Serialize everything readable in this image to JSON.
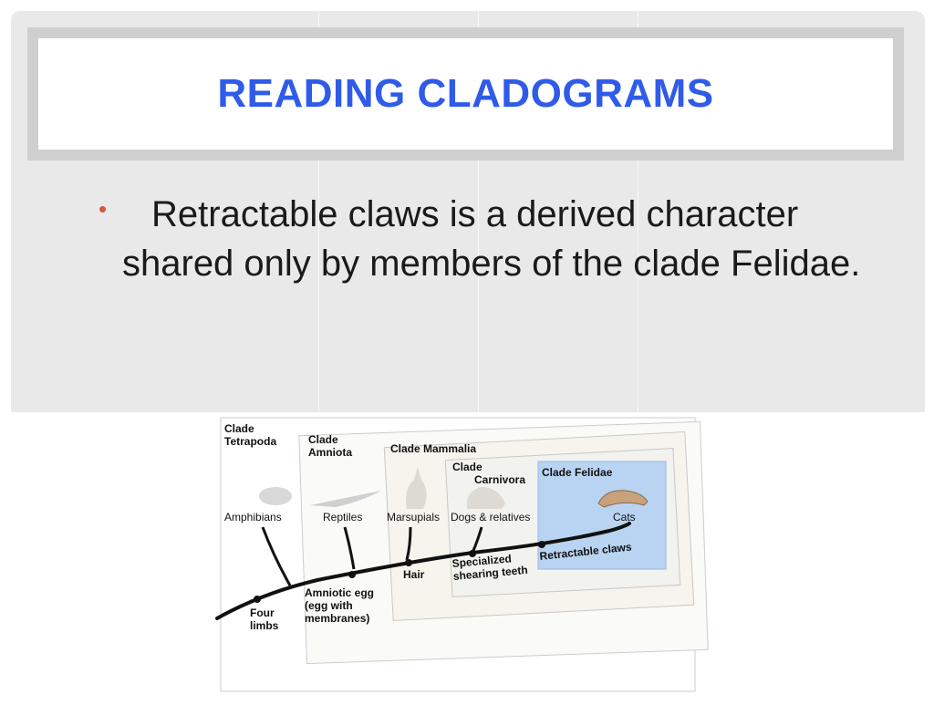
{
  "slide": {
    "title": "READING CLADOGRAMS",
    "bullet": "Retractable claws is a derived character shared only by members of the clade Felidae."
  },
  "diagram": {
    "clades": {
      "tetrapoda": "Clade Tetrapoda",
      "amniota": "Clade Amniota",
      "mammalia": "Clade Mammalia",
      "carnivora": "Clade Carnivora",
      "felidae": "Clade Felidae"
    },
    "taxa": {
      "amphibians": "Amphibians",
      "reptiles": "Reptiles",
      "marsupials": "Marsupials",
      "dogs": "Dogs & relatives",
      "cats": "Cats"
    },
    "characters": {
      "four_limbs": "Four limbs",
      "amniotic_egg": "Amniotic egg (egg with membranes)",
      "hair": "Hair",
      "teeth": "Specialized shearing teeth",
      "claws": "Retractable claws"
    }
  },
  "colors": {
    "title": "#2f5be8",
    "bullet": "#d8553f",
    "felidae_panel": "#b9d4f2"
  }
}
